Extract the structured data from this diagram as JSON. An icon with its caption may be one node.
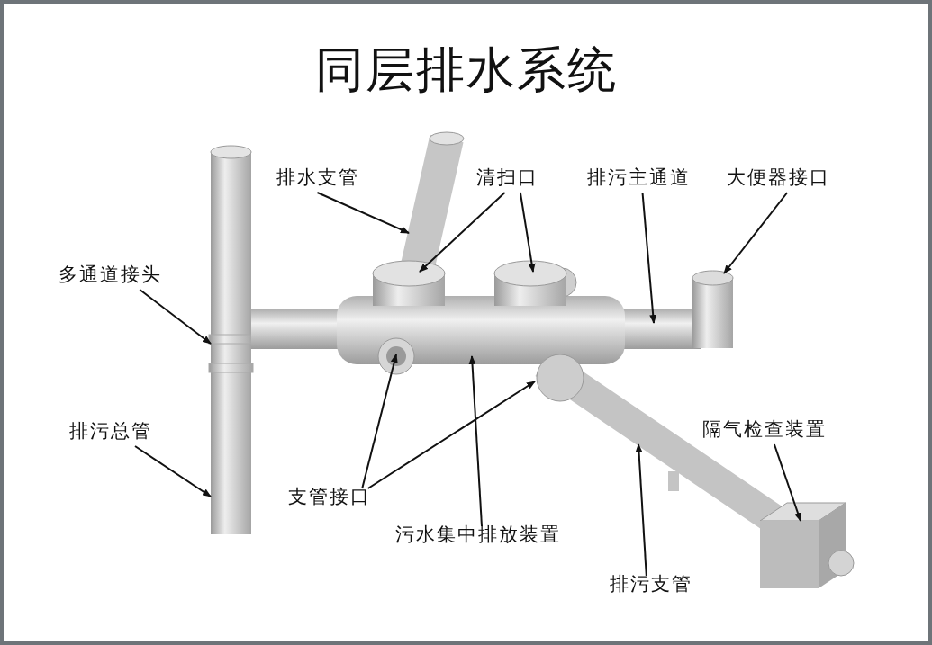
{
  "diagram": {
    "title": "同层排水系统",
    "nodes": [
      {
        "text": [
          "排水支管"
        ]
      },
      {
        "text": [
          "清扫口"
        ]
      },
      {
        "text": [
          "排污主通道"
        ]
      },
      {
        "text": [
          "大便器接口"
        ]
      },
      {
        "text": [
          "多通道接头"
        ]
      },
      {
        "text": [
          "排污总管"
        ]
      },
      {
        "text": [
          "隔气检查装置"
        ]
      },
      {
        "text": [
          "支管接口"
        ]
      },
      {
        "text": [
          "污水集中排放装置"
        ]
      },
      {
        "text": [
          "排污支管"
        ]
      }
    ],
    "edges": [
      {
        "from": 0,
        "to": null,
        "arrow": "to"
      },
      {
        "from": 1,
        "to": null,
        "arrow": "to"
      },
      {
        "from": 1,
        "to": null,
        "arrow": "to"
      },
      {
        "from": 2,
        "to": null,
        "arrow": "to"
      },
      {
        "from": 3,
        "to": null,
        "arrow": "to"
      },
      {
        "from": 4,
        "to": null,
        "arrow": "to"
      },
      {
        "from": 5,
        "to": null,
        "arrow": "to"
      },
      {
        "from": 6,
        "to": null,
        "arrow": "to"
      },
      {
        "from": 7,
        "to": null,
        "arrow": "to"
      },
      {
        "from": 7,
        "to": null,
        "arrow": "to"
      },
      {
        "from": 8,
        "to": null,
        "arrow": "to"
      },
      {
        "from": 9,
        "to": null,
        "arrow": "to"
      }
    ]
  }
}
